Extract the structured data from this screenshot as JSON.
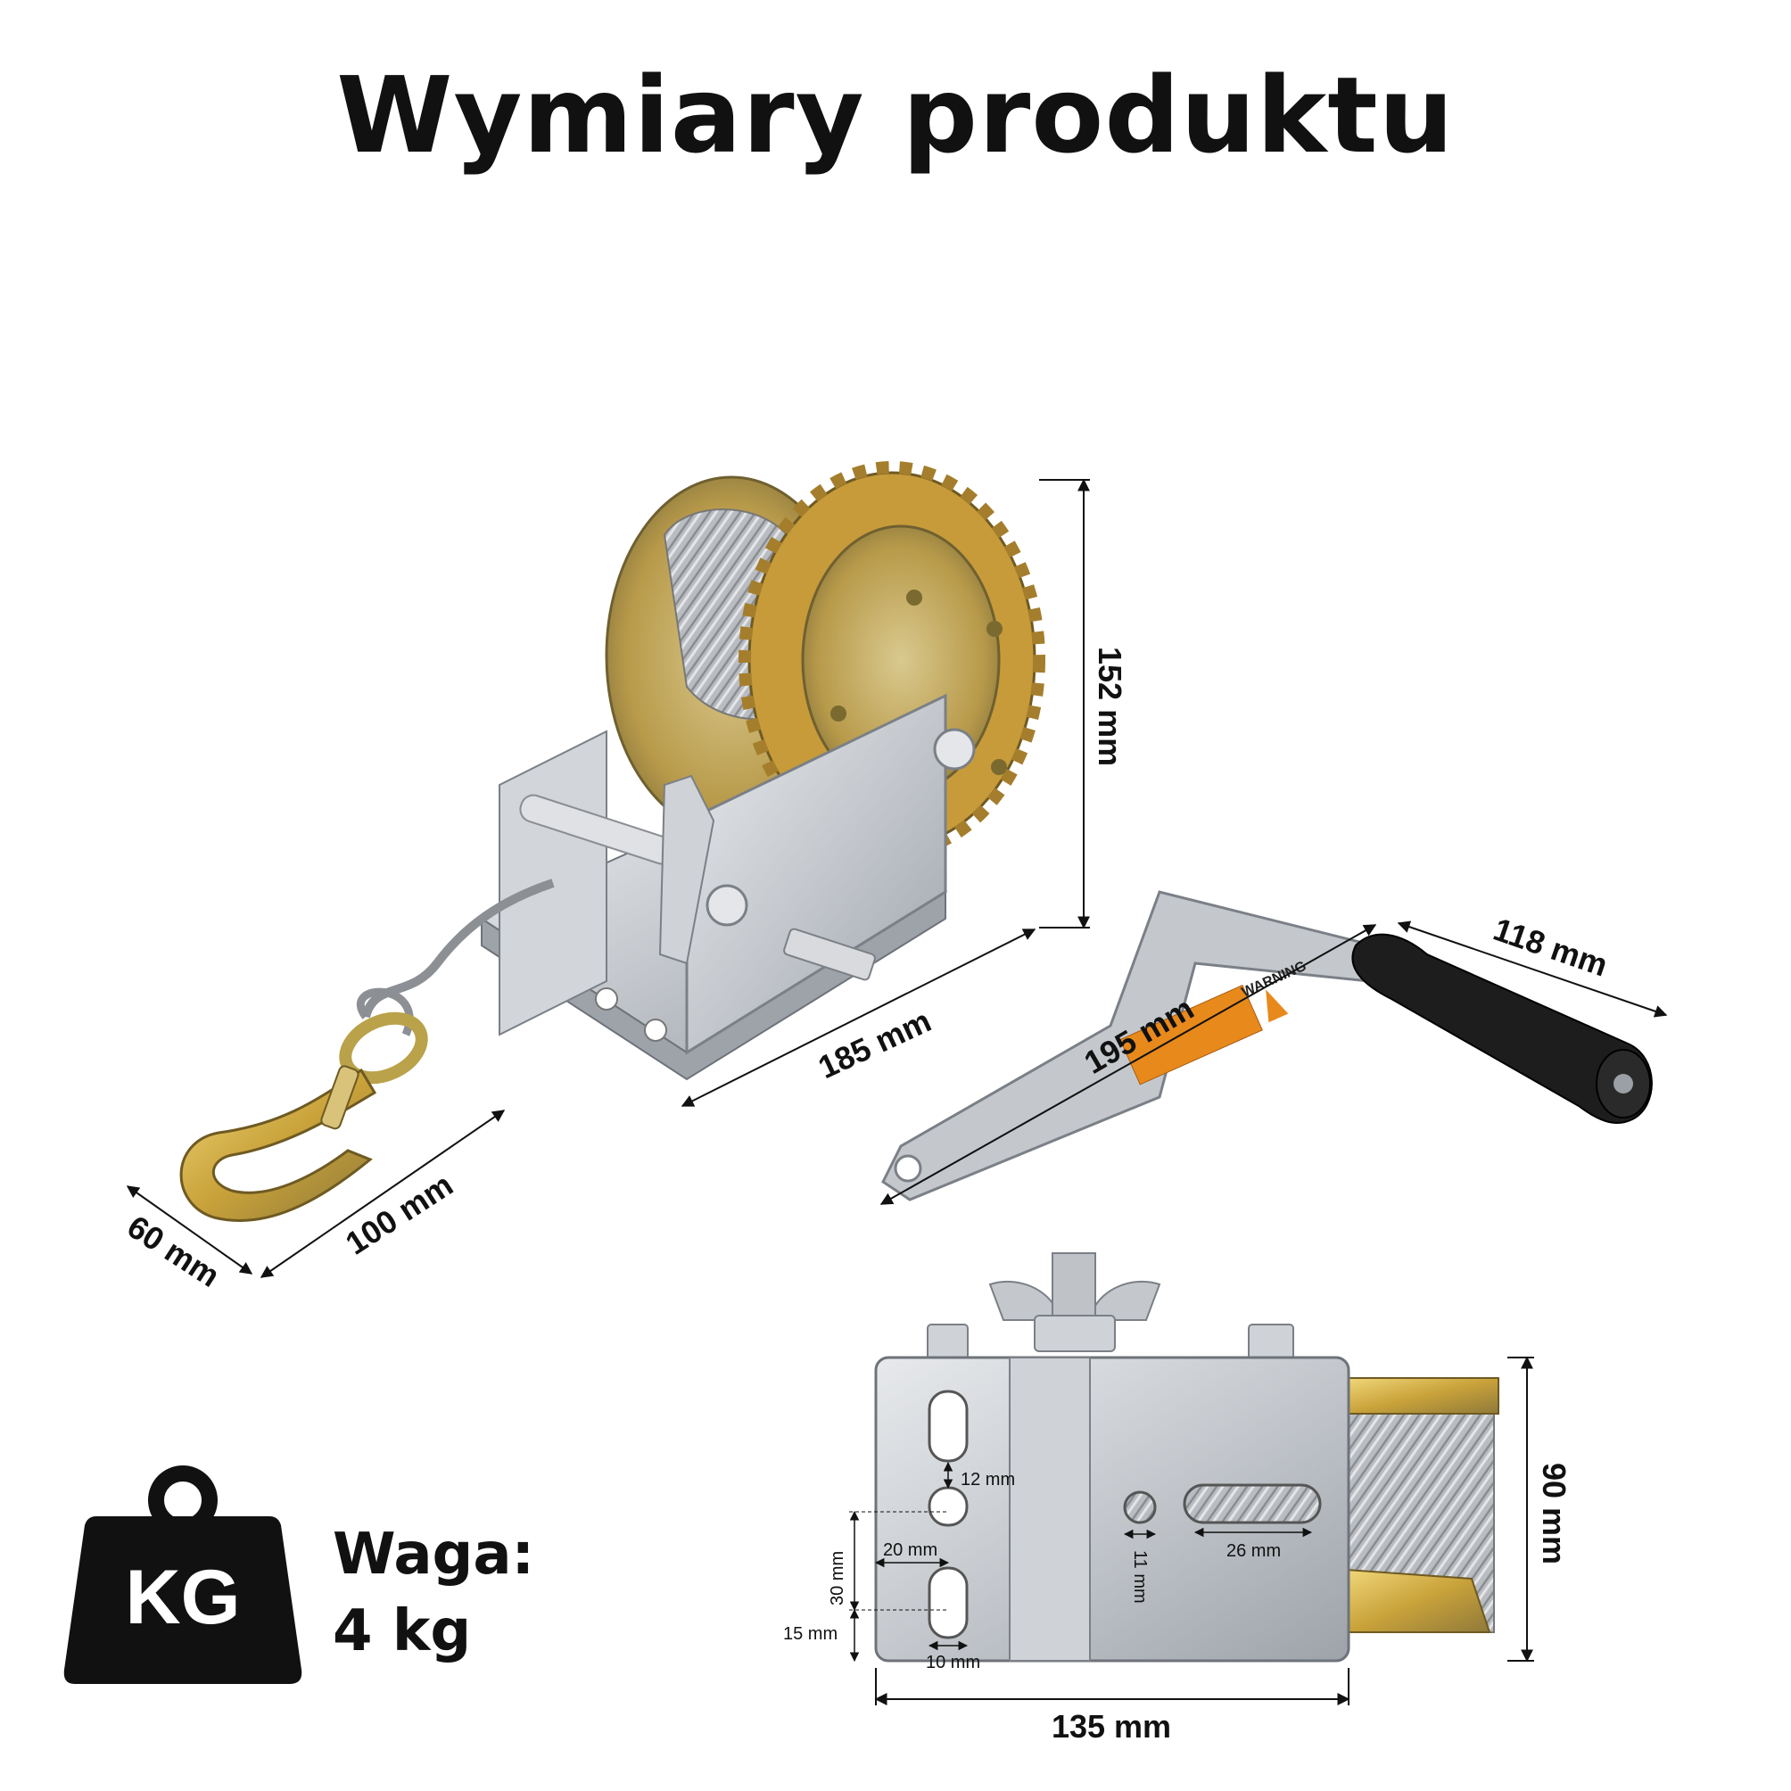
{
  "title": "Wymiary produktu",
  "dimensions": {
    "height": "152 mm",
    "length": "185 mm",
    "base_width": "100 mm",
    "base_depth": "60 mm",
    "handle_length": "195 mm",
    "grip_length": "118 mm",
    "base_plate_width": "135 mm",
    "base_plate_depth": "90 mm",
    "slot_height": "12 mm",
    "slot_pitch": "30 mm",
    "slot_offset": "20 mm",
    "edge_offset": "15 mm",
    "slot_width": "10 mm",
    "hole_diameter": "11 mm",
    "long_slot": "26 mm"
  },
  "warning_label": "WARNING",
  "weight": {
    "icon_text": "KG",
    "label": "Waga:",
    "value": "4 kg"
  },
  "colors": {
    "steel": "#c9ccd1",
    "steel_dark": "#8e939a",
    "gold": "#c9a23a",
    "gold_light": "#e8c766",
    "grip": "#1a1a1a",
    "sticker": "#e8891c"
  }
}
